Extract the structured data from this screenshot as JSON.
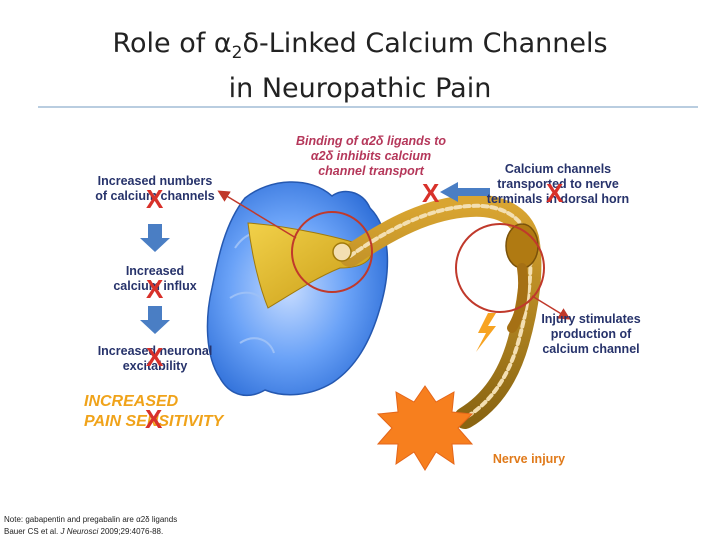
{
  "title": {
    "prefix": "Role of ",
    "alpha": "α",
    "sub2": "2",
    "delta": "δ",
    "suffix": "-Linked Calcium Channels",
    "line2": "in Neuropathic Pain"
  },
  "labels": {
    "binding_l1": "Binding of α2δ ligands to",
    "binding_l2": "α2δ inhibits calcium",
    "binding_l3": "channel transport",
    "increased_numbers_l1": "Increased numbers",
    "increased_numbers_l2": "of calcium channels",
    "increased_influx_l1": "Increased",
    "increased_influx_l2": "calcium influx",
    "increased_excit_l1": "Increased neuronal",
    "increased_excit_l2": "excitability",
    "pain_l1": "INCREASED",
    "pain_l2": "PAIN SENSITIVITY",
    "transported_l1": "Calcium channels",
    "transported_l2": "transported to nerve",
    "transported_l3": "terminals in dorsal horn",
    "injury_l1": "Injury stimulates",
    "injury_l2": "production of",
    "injury_l3": "calcium channel",
    "nerve_injury": "Nerve injury",
    "x": "X"
  },
  "footnote": {
    "line1": "Note: gabapentin and pregabalin are α2δ ligands",
    "line2_authors": "Bauer CS et al. ",
    "line2_journal": "J Neurosci",
    "line2_rest": " 2009;29:4076-88."
  },
  "colors": {
    "navy_text": "#27336b",
    "binding_text": "#b5375a",
    "pain_text": "#f0a31a",
    "x_marks": "#d8312a",
    "spinal_cord": "#4c8cf0",
    "nerve": "#b8860b",
    "injury_burst": "#f77f1e",
    "arrows": "#4a7ec4"
  }
}
